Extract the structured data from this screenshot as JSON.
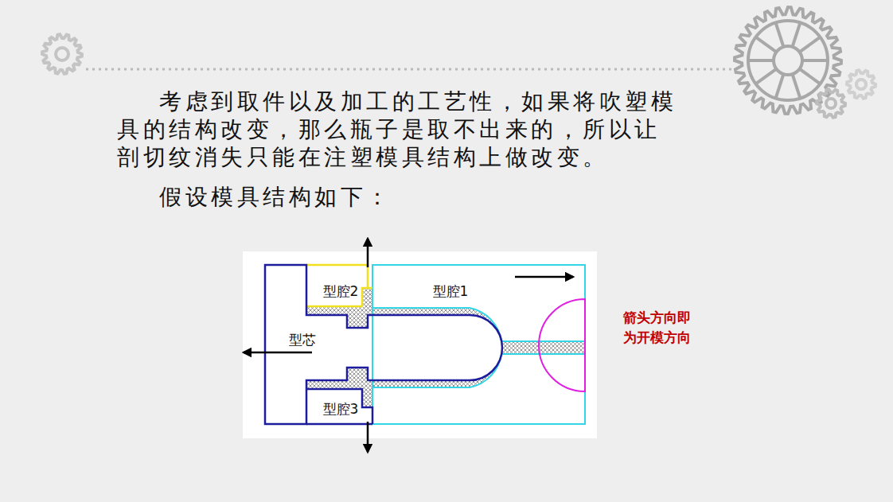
{
  "diagram": {
    "labels": [
      "考虑到取件以及加工的工艺性，如果将吹塑模具的结构改变，那么瓶子是取不出来的，所以让剖切纹消失只能在注塑模具结构上做改变。",
      "假设模具结构如下：",
      "型腔2",
      "型腔1",
      "型芯",
      "型腔3",
      "箭头方向即为开模方向"
    ]
  }
}
